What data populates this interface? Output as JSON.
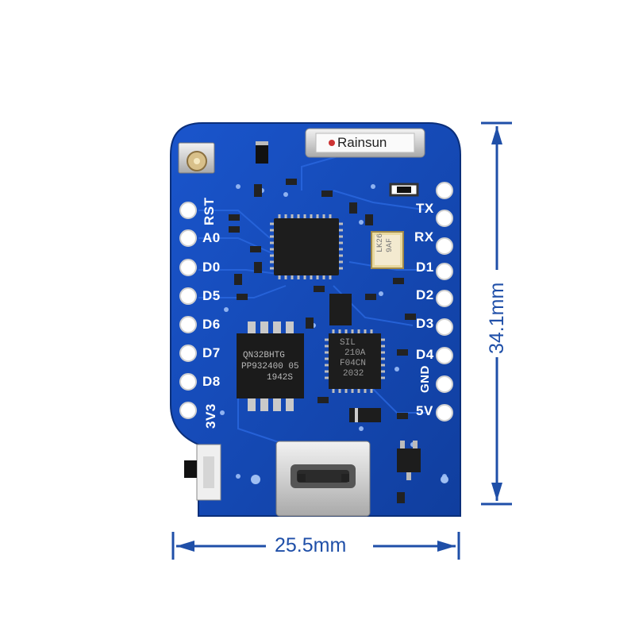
{
  "board": {
    "antenna_module_text": "Rainsun",
    "pins_left": [
      "RST",
      "A0",
      "D0",
      "D5",
      "D6",
      "D7",
      "D8",
      "3V3"
    ],
    "pins_right": [
      "TX",
      "RX",
      "D1",
      "D2",
      "D3",
      "D4",
      "GND",
      "5V"
    ],
    "flash_chip_text": [
      "QN32BHTG",
      "PP932400 05",
      "1942S"
    ],
    "usb_chip_text": [
      "SIL",
      "210A",
      "F04CN",
      "2032"
    ],
    "crystal_text": [
      "LK26",
      "9AF"
    ]
  },
  "dimensions": {
    "width_label": "25.5mm",
    "height_label": "34.1mm"
  },
  "colors": {
    "pcb": "#1546b8",
    "dimension": "#1f4fa8",
    "silkscreen": "#ffffff"
  }
}
